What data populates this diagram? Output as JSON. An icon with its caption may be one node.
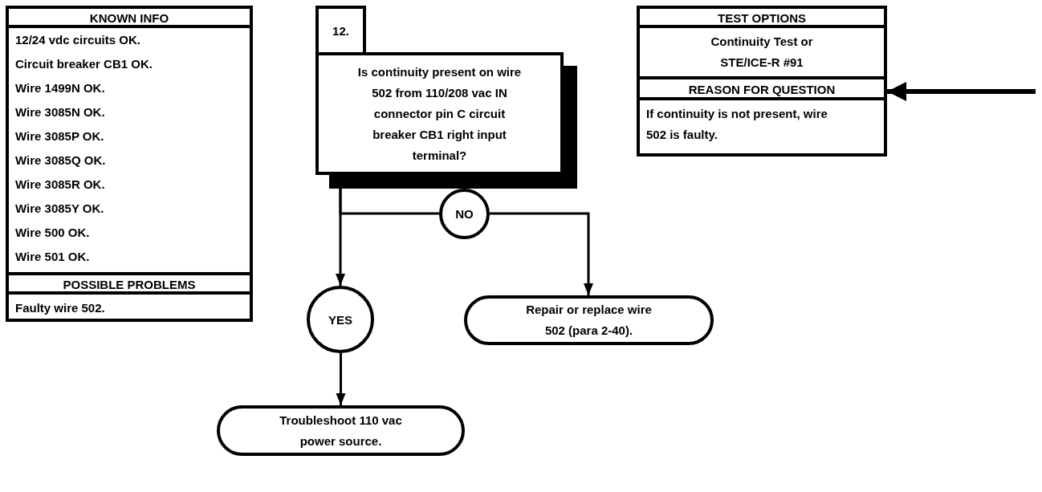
{
  "diagram": {
    "nodes": [
      {
        "text": [
          "KNOWN INFO",
          "12/24 vdc circuits OK.",
          "Circuit breaker CB1 OK.",
          "Wire 1499N OK.",
          "Wire 3085N OK.",
          "Wire 3085P OK.",
          "Wire 3085Q OK.",
          "Wire 3085R OK.",
          "Wire 3085Y OK.",
          "Wire 500 OK.",
          "Wire 501 OK."
        ]
      },
      {
        "text": [
          "POSSIBLE PROBLEMS",
          "Faulty wire 502."
        ]
      },
      {
        "text": [
          "12."
        ]
      },
      {
        "text": [
          "Is continuity present on wire 502 from 110/208 vac IN connector pin C circuit breaker CB1 right input terminal?"
        ]
      },
      {
        "text": [
          "NO"
        ]
      },
      {
        "text": [
          "YES"
        ]
      },
      {
        "text": [
          "Repair or replace wire 502 (para 2-40)."
        ]
      },
      {
        "text": [
          "Troubleshoot 110 vac power source."
        ]
      },
      {
        "text": [
          "TEST OPTIONS",
          "Continuity Test or STE/ICE-R #91"
        ]
      },
      {
        "text": [
          "REASON FOR QUESTION",
          "If continuity is not present, wire 502 is faulty."
        ]
      }
    ],
    "edges": [
      {
        "from": 3,
        "to": 5,
        "arrow": "to"
      },
      {
        "from": 3,
        "to": 4,
        "arrow": "none"
      },
      {
        "from": 4,
        "to": 6,
        "arrow": "to"
      },
      {
        "from": 5,
        "to": 7,
        "arrow": "to"
      },
      {
        "from": null,
        "to": 9,
        "arrow": "to",
        "style": "thick"
      }
    ]
  }
}
